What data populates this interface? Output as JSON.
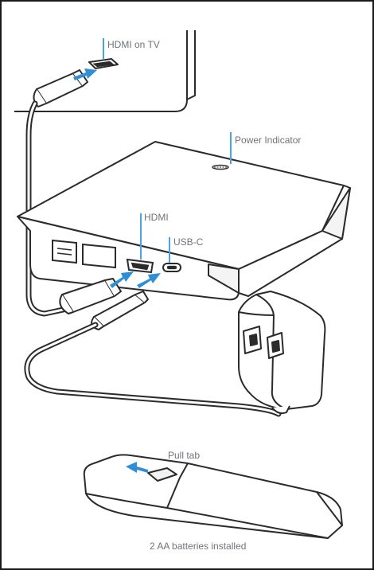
{
  "labels": {
    "hdmi_on_tv": "HDMI on TV",
    "power_indicator": "Power Indicator",
    "hdmi": "HDMI",
    "usb_c": "USB-C",
    "pull_tab": "Pull tab",
    "batteries": "2 AA batteries installed"
  },
  "colors": {
    "line": "#2b2b2b",
    "arrow": "#2f8fd6",
    "callout": "#4aa3e2",
    "label": "#6f7378",
    "frame": "#1a1a1a"
  }
}
